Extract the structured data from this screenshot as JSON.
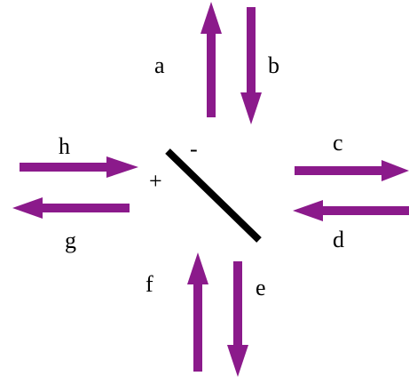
{
  "labels": {
    "a": "a",
    "b": "b",
    "c": "c",
    "d": "d",
    "e": "e",
    "f": "f",
    "g": "g",
    "h": "h"
  },
  "signs": {
    "minus": "-",
    "plus": "+"
  },
  "colors": {
    "arrow": "#8B1A8B",
    "mirror": "#000000",
    "text": "#000000"
  }
}
